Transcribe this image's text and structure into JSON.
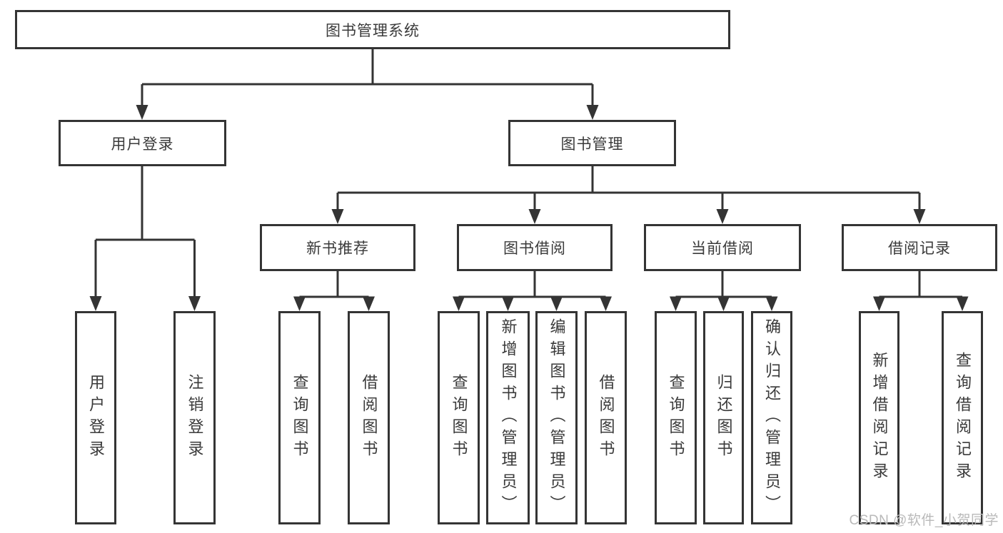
{
  "diagram_type": "hierarchy-tree",
  "tree": {
    "label": "图书管理系统",
    "children": [
      {
        "label": "用户登录",
        "children": [
          {
            "label": "用户登录"
          },
          {
            "label": "注销登录"
          }
        ]
      },
      {
        "label": "图书管理",
        "children": [
          {
            "label": "新书推荐",
            "children": [
              {
                "label": "查询图书"
              },
              {
                "label": "借阅图书"
              }
            ]
          },
          {
            "label": "图书借阅",
            "children": [
              {
                "label": "查询图书"
              },
              {
                "label": "新增图书（管理员）"
              },
              {
                "label": "编辑图书（管理员）"
              },
              {
                "label": "借阅图书"
              }
            ]
          },
          {
            "label": "当前借阅",
            "children": [
              {
                "label": "查询图书"
              },
              {
                "label": "归还图书"
              },
              {
                "label": "确认归还（管理员）"
              }
            ]
          },
          {
            "label": "借阅记录",
            "children": [
              {
                "label": "新增借阅记录"
              },
              {
                "label": "查询借阅记录"
              }
            ]
          }
        ]
      }
    ]
  },
  "watermark": {
    "text": "CSDN @软件_小贺同学"
  },
  "colors": {
    "background": "#ffffff",
    "box_fill": "#ffffff",
    "box_border": "#343434",
    "line": "#343434",
    "text": "#3a3a3a",
    "watermark": "#b9b9b9"
  }
}
